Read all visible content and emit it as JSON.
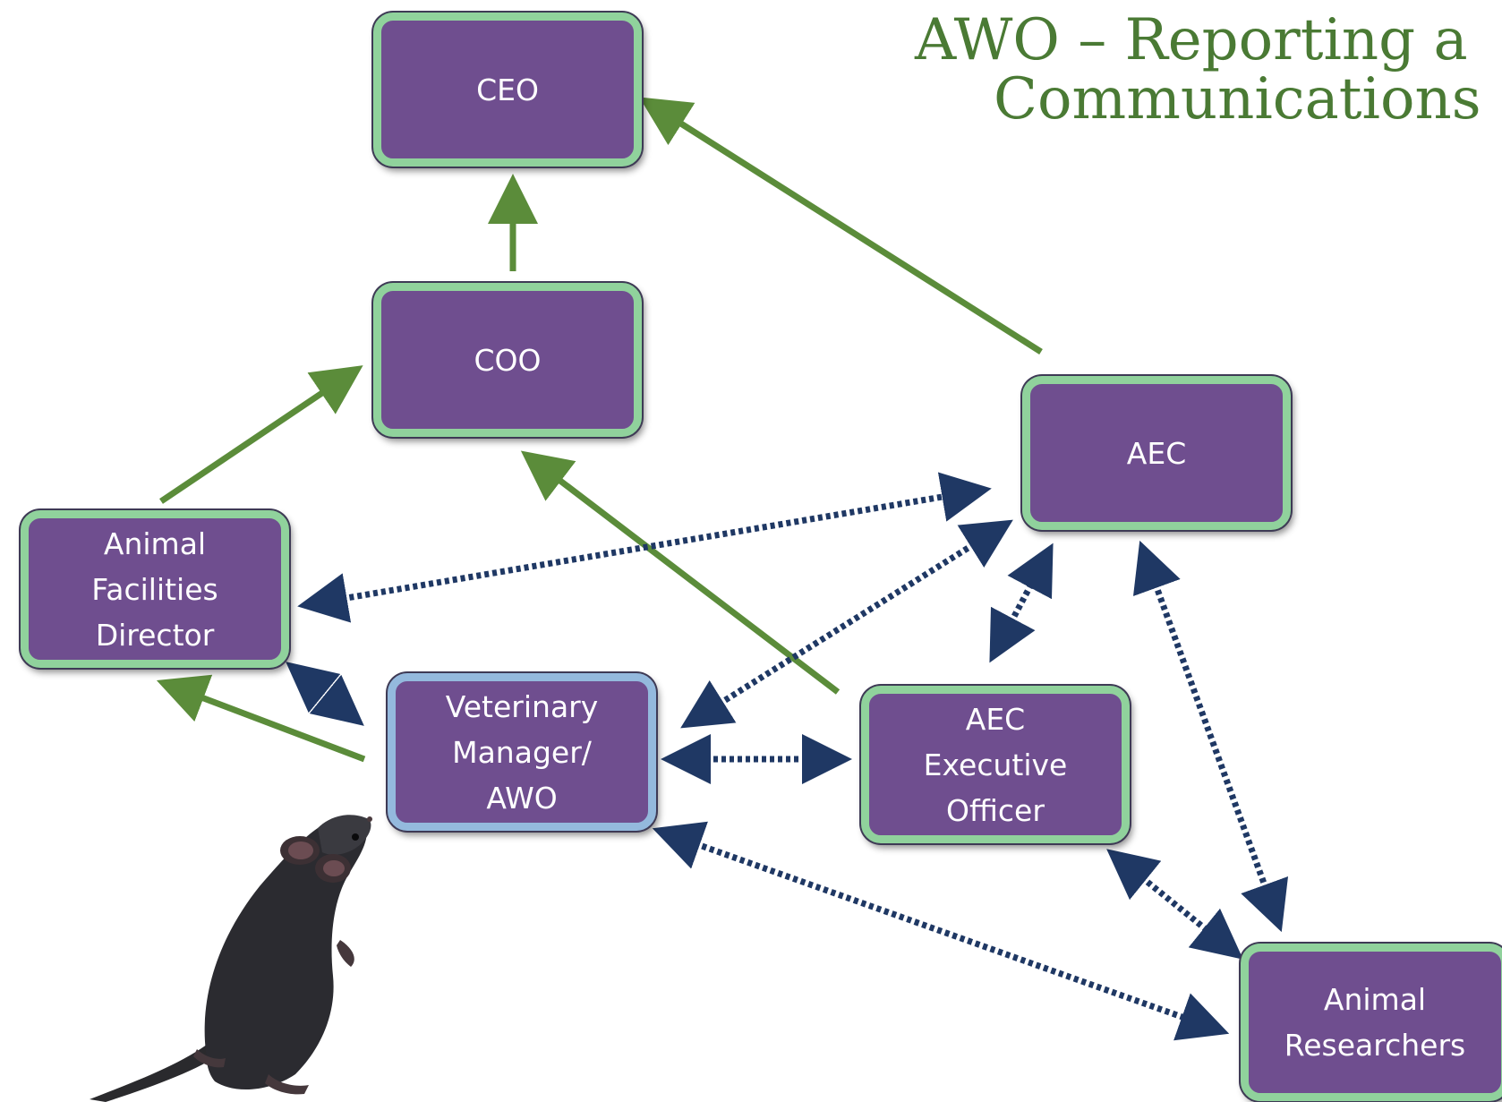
{
  "title": {
    "line1": "AWO – Reporting a",
    "line2": "Communications"
  },
  "nodes": {
    "ceo": "CEO",
    "coo": "COO",
    "aec": "AEC",
    "facilities": [
      "Animal",
      "Facilities",
      "Director"
    ],
    "vet": [
      "Veterinary",
      "Manager/",
      "AWO"
    ],
    "aec_exec": [
      "AEC",
      "Executive",
      "Officer"
    ],
    "researchers": [
      "Animal",
      "Researchers"
    ]
  },
  "colors": {
    "reporting_arrow": "#5b8c3a",
    "communication_arrow": "#1f3864",
    "box_fill": "#6f4e8f",
    "box_border": "#90d29c",
    "vet_border": "#94b9dd",
    "title": "#4a7a34"
  },
  "edges": {
    "reporting": [
      {
        "from": "coo",
        "to": "ceo"
      },
      {
        "from": "aec",
        "to": "ceo"
      },
      {
        "from": "facilities",
        "to": "coo"
      },
      {
        "from": "aec_exec",
        "to": "coo"
      },
      {
        "from": "vet",
        "to": "facilities"
      }
    ],
    "communication": [
      {
        "a": "facilities",
        "b": "aec"
      },
      {
        "a": "vet",
        "b": "aec"
      },
      {
        "a": "aec_exec",
        "b": "aec"
      },
      {
        "a": "researchers",
        "b": "aec"
      },
      {
        "a": "facilities",
        "b": "vet"
      },
      {
        "a": "vet",
        "b": "aec_exec"
      },
      {
        "a": "vet",
        "b": "researchers"
      },
      {
        "a": "aec_exec",
        "b": "researchers"
      }
    ]
  },
  "mouse_image": "mouse-illustration"
}
